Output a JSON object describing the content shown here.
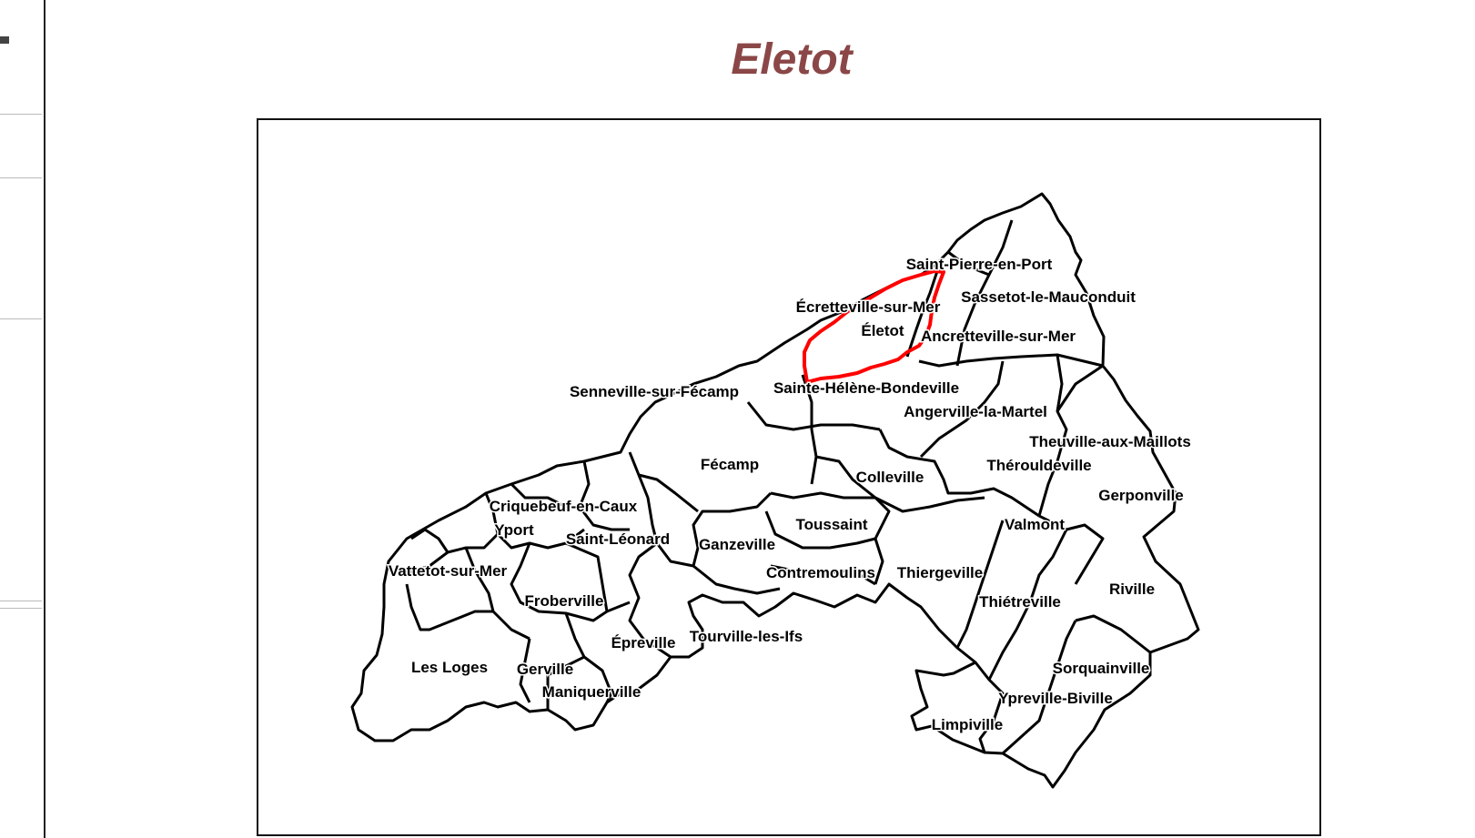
{
  "title": "Eletot",
  "colors": {
    "title": "#8b4747",
    "highlight": "#ff0000",
    "boundary": "#000000"
  },
  "map": {
    "highlighted_commune": "Életot",
    "labels": [
      "Saint-Pierre-en-Port",
      "Sassetot-le-Mauconduit",
      "Écretteville-sur-Mer",
      "Életot",
      "Ancretteville-sur-Mer",
      "Senneville-sur-Fécamp",
      "Sainte-Hélène-Bondeville",
      "Angerville-la-Martel",
      "Theuville-aux-Maillots",
      "Fécamp",
      "Thérouldeville",
      "Colleville",
      "Gerponville",
      "Criquebeuf-en-Caux",
      "Toussaint",
      "Valmont",
      "Yport",
      "Saint-Léonard",
      "Ganzeville",
      "Vattetot-sur-Mer",
      "Contremoulins",
      "Thiergeville",
      "Riville",
      "Froberville",
      "Thiétreville",
      "Épreville",
      "Tourville-les-Ifs",
      "Les Loges",
      "Gerville",
      "Sorquainville",
      "Maniquerville",
      "Ypreville-Biville",
      "Limpiville"
    ]
  }
}
